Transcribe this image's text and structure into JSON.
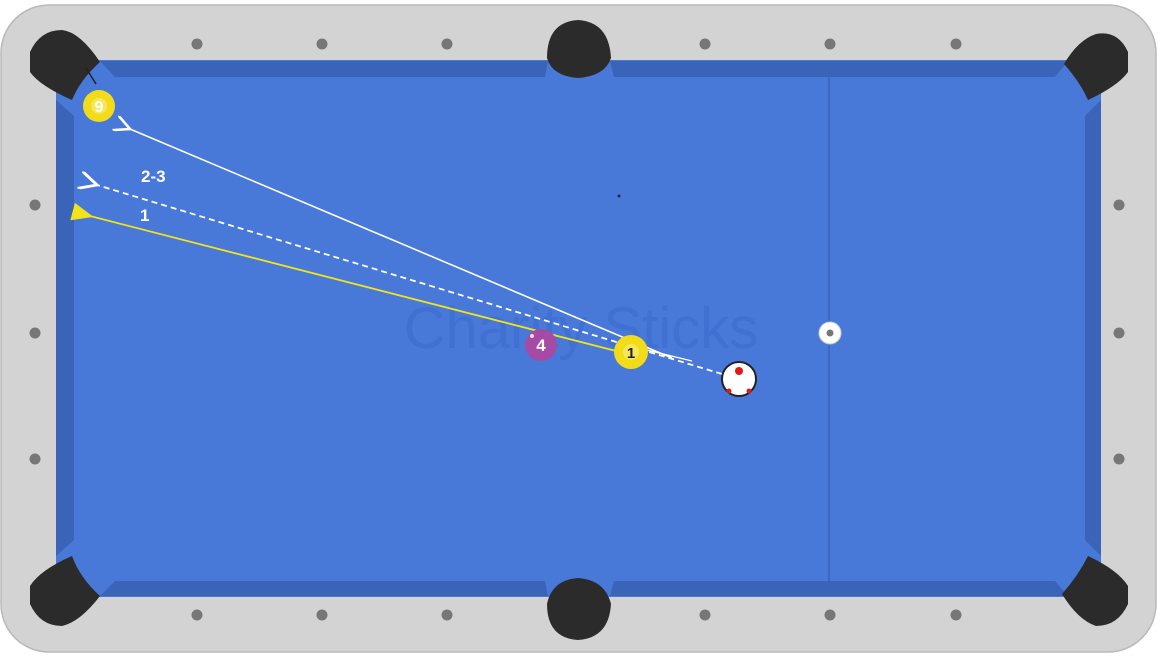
{
  "colors": {
    "rail": "#d3d3d3",
    "rail_border": "#b9b9b9",
    "cloth": "#4878d8",
    "cushion": "#3a64b8",
    "pocket": "#2b2b2b",
    "diamond": "#777777",
    "yellow_ball": "#f2dc1a",
    "purple_ball": "#a54ba5",
    "cue_ball": "#ffffff",
    "shot_line": "#ffffff",
    "primary_line": "#f2e31a",
    "watermark": "#3f6fd0"
  },
  "watermark": "Charity Sticks",
  "balls": {
    "nine": "9",
    "four": "4",
    "one": "1"
  },
  "labels": {
    "option_1": "1",
    "option_2_3": "2-3"
  },
  "icons": {
    "cue_ball": "cue-ball-icon",
    "spot": "foot-spot-icon"
  }
}
